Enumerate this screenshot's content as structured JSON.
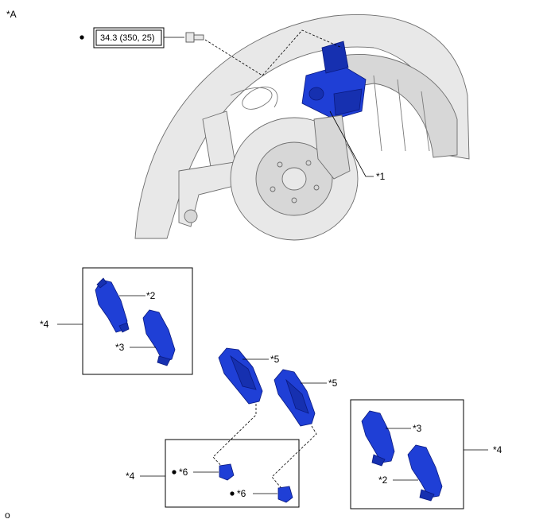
{
  "view_label": "*A",
  "torque": {
    "value": "34.3 (350, 25)"
  },
  "callouts": {
    "c1": "*1",
    "c2a": "*2",
    "c3a": "*3",
    "c4a": "*4",
    "c5a": "*5",
    "c5b": "*5",
    "c4b": "*4",
    "c6a": "*6",
    "c6b": "*6",
    "c3b": "*3",
    "c2b": "*2",
    "c4c": "*4"
  },
  "footer_code": "o",
  "colors": {
    "part_highlight": "#1f3fd6",
    "background_parts": "#e8e8e8"
  }
}
